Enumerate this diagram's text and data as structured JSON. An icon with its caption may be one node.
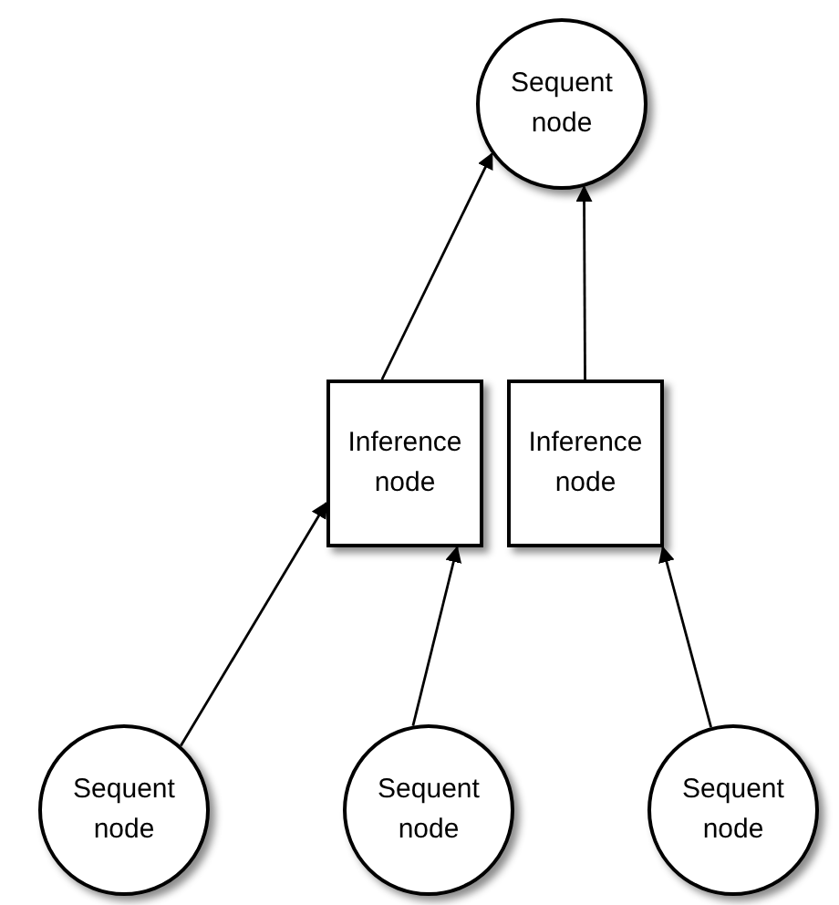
{
  "diagram": {
    "nodes": [
      {
        "text": [
          "Sequent node"
        ]
      },
      {
        "text": [
          "Inference node"
        ]
      },
      {
        "text": [
          "Inference node"
        ]
      },
      {
        "text": [
          "Sequent node"
        ]
      },
      {
        "text": [
          "Sequent node"
        ]
      },
      {
        "text": [
          "Sequent node"
        ]
      }
    ],
    "edges": [
      {
        "from": 1,
        "to": 0,
        "arrow": "to"
      },
      {
        "from": 2,
        "to": 0,
        "arrow": "to"
      },
      {
        "from": 3,
        "to": 1,
        "arrow": "to"
      },
      {
        "from": 4,
        "to": 1,
        "arrow": "to"
      },
      {
        "from": 5,
        "to": 2,
        "arrow": "to"
      }
    ]
  }
}
